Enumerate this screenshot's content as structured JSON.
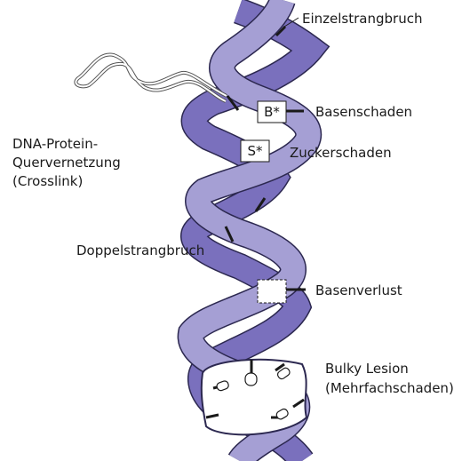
{
  "diagram": {
    "labels": {
      "einzelstrangbruch": "Einzelstrangbruch",
      "basenschaden": "Basenschaden",
      "zuckerschaden": "Zuckerschaden",
      "crosslink_line1": "DNA-Protein-",
      "crosslink_line2": "Quervernetzung",
      "crosslink_line3": "(Crosslink)",
      "doppelstrangbruch": "Doppelstrangbruch",
      "basenverlust": "Basenverlust",
      "bulky_line1": "Bulky Lesion",
      "bulky_line2": "(Mehrfachschaden)"
    },
    "boxes": {
      "base_damage": "B*",
      "sugar_damage": "S*"
    },
    "colors": {
      "strand_front": "#a59fd4",
      "strand_back": "#7a70bd",
      "outline": "#2c2850",
      "marker": "#1a1a1a"
    }
  }
}
